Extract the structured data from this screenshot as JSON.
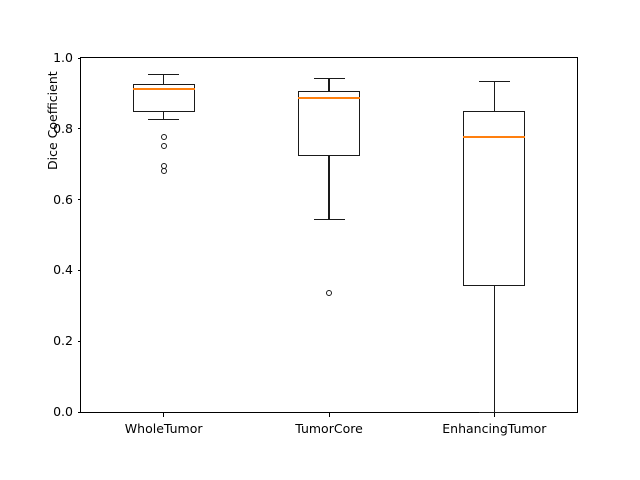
{
  "chart_data": {
    "type": "box",
    "title": "",
    "xlabel": "",
    "ylabel": "Dice Coefficient",
    "categories": [
      "WholeTumor",
      "TumorCore",
      "EnhancingTumor"
    ],
    "ylim": [
      0.0,
      1.0
    ],
    "yticks": [
      0.0,
      0.2,
      0.4,
      0.6,
      0.8,
      1.0
    ],
    "ytick_labels": [
      "0.0",
      "0.2",
      "0.4",
      "0.6",
      "0.8",
      "1.0"
    ],
    "grid": false,
    "legend": null,
    "median_color": "#ff7f0e",
    "box_color": "#1a1a1a",
    "boxes": [
      {
        "label": "WholeTumor",
        "whisker_low": 0.828,
        "q1": 0.847,
        "median": 0.912,
        "q3": 0.926,
        "whisker_high": 0.955,
        "outliers": [
          0.777,
          0.752,
          0.695,
          0.682
        ]
      },
      {
        "label": "TumorCore",
        "whisker_low": 0.545,
        "q1": 0.723,
        "median": 0.887,
        "q3": 0.907,
        "whisker_high": 0.944,
        "outliers": [
          0.336
        ]
      },
      {
        "label": "EnhancingTumor",
        "whisker_low": 0.0,
        "q1": 0.355,
        "median": 0.777,
        "q3": 0.85,
        "whisker_high": 0.935,
        "outliers": []
      }
    ]
  }
}
